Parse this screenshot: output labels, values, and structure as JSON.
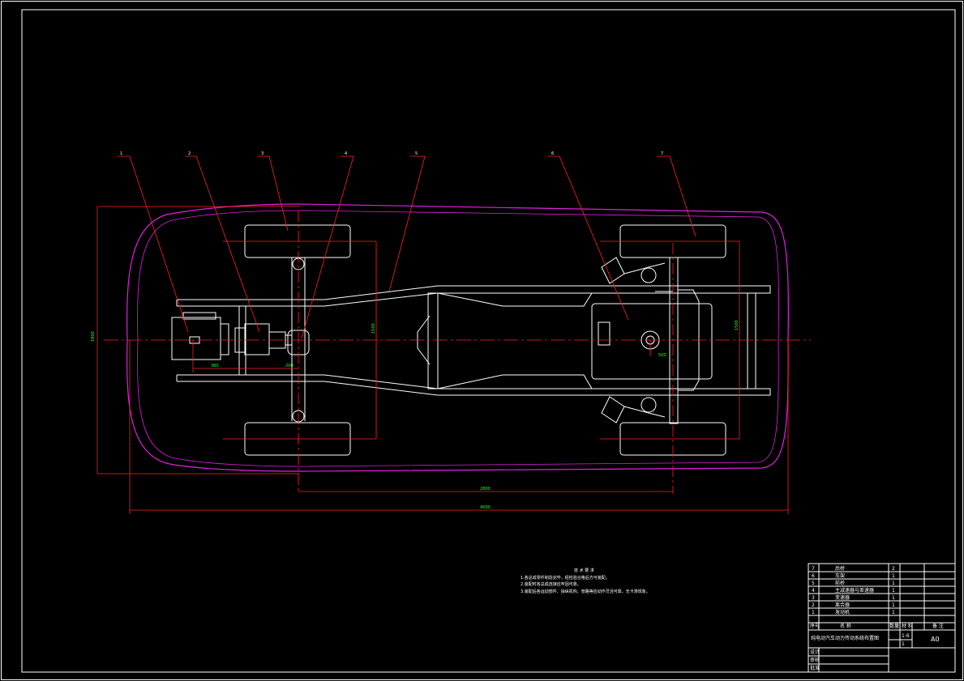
{
  "balloons": [
    "1",
    "2",
    "3",
    "4",
    "5",
    "6",
    "7"
  ],
  "dimensions": {
    "overall_length": "4000",
    "wheelbase": "2800",
    "overall_width": "1800",
    "front_track": "1500",
    "rear_track": "1500",
    "dim_a": "380",
    "dim_b": "200",
    "dim_c": "500"
  },
  "tech_notes": {
    "title": "技 术 要 求",
    "lines": [
      "1.各总成零件制造完毕，经检验合格后方可装配。",
      "2.装配时各总成连接应牢固可靠。",
      "3.装配后各运动部件、操纵机构、管路等应动作灵活可靠，无卡滞现象。"
    ]
  },
  "title_block": {
    "parts": [
      {
        "no": "7",
        "name": "后桥",
        "qty": "2"
      },
      {
        "no": "6",
        "name": "车架",
        "qty": "1"
      },
      {
        "no": "5",
        "name": "前桥",
        "qty": "1"
      },
      {
        "no": "4",
        "name": "主减速器与差速器",
        "qty": "1"
      },
      {
        "no": "3",
        "name": "变速器",
        "qty": "1"
      },
      {
        "no": "2",
        "name": "离合器",
        "qty": "1"
      },
      {
        "no": "1",
        "name": "发动机",
        "qty": "1"
      }
    ],
    "header": {
      "no": "序号",
      "name": "名 称",
      "qty": "数量",
      "material": "材 料",
      "remark": "备 注"
    },
    "drawing_title": "纯电动汽车动力传动系统布置图",
    "scale": "1:6",
    "sheet": "1",
    "format": "A0",
    "roles": [
      "设计",
      "审核",
      "批准"
    ]
  }
}
